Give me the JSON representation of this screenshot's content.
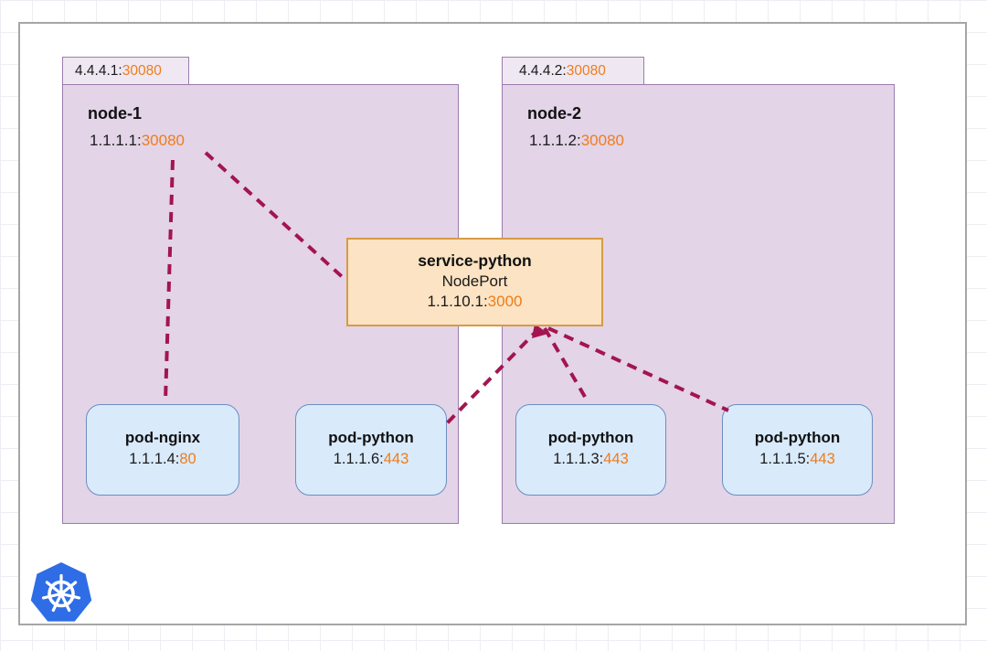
{
  "diagram": {
    "nodes": [
      {
        "name": "node-1",
        "external": {
          "ip": "4.4.4.1:",
          "port": "30080"
        },
        "internal": {
          "ip": "1.1.1.1:",
          "port": "30080"
        },
        "pods": [
          {
            "name": "pod-nginx",
            "ip": "1.1.1.4:",
            "port": "80"
          },
          {
            "name": "pod-python",
            "ip": "1.1.1.6:",
            "port": "443"
          }
        ]
      },
      {
        "name": "node-2",
        "external": {
          "ip": "4.4.4.2:",
          "port": "30080"
        },
        "internal": {
          "ip": "1.1.1.2:",
          "port": "30080"
        },
        "pods": [
          {
            "name": "pod-python",
            "ip": "1.1.1.3:",
            "port": "443"
          },
          {
            "name": "pod-python",
            "ip": "1.1.1.5:",
            "port": "443"
          }
        ]
      }
    ],
    "service": {
      "name": "service-python",
      "type": "NodePort",
      "ip": "1.1.10.1:",
      "port": "3000"
    },
    "logo_icon": "kubernetes-logo",
    "colors": {
      "node_fill": "#e3d4e8",
      "node_tab_fill": "#efe8f3",
      "node_border": "#9b7cae",
      "pod_fill": "#d9eafb",
      "pod_border": "#6c8ebf",
      "service_fill": "#fbe3c3",
      "service_border": "#d79b45",
      "connection": "#a3154f",
      "port_text": "#ef7d1a",
      "logo_blue": "#2e6de5"
    }
  }
}
